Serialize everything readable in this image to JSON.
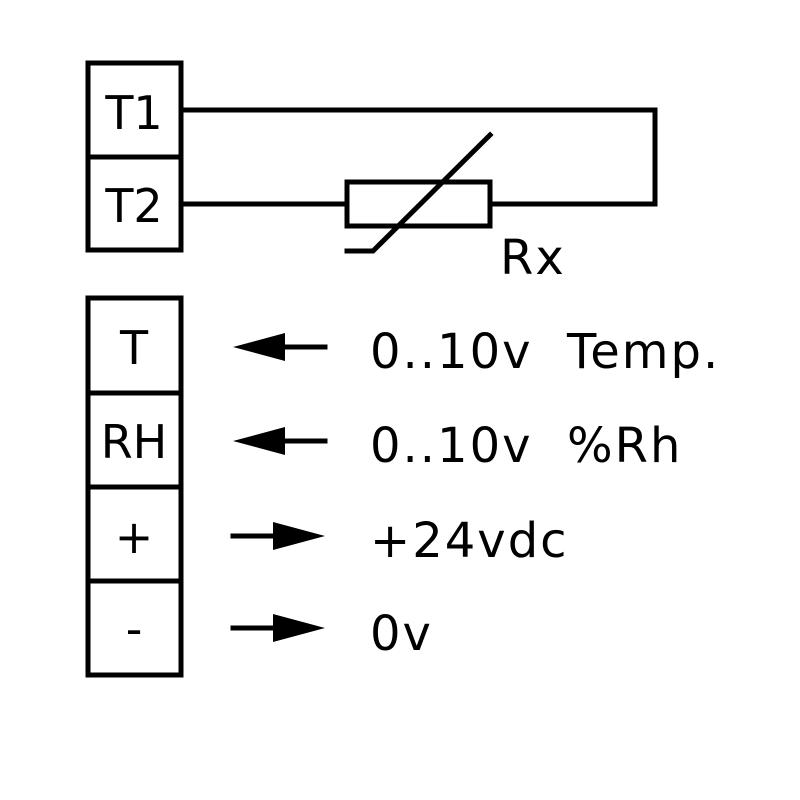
{
  "colors": {
    "line": "#000000",
    "background": "#ffffff"
  },
  "sensor_block": {
    "terminals": [
      {
        "label": "T1"
      },
      {
        "label": "T2"
      }
    ],
    "resistor": {
      "label": "Rx"
    }
  },
  "io_block": {
    "terminals": [
      {
        "label": "T",
        "direction": "in",
        "signal": "0..10v  Temp."
      },
      {
        "label": "RH",
        "direction": "in",
        "signal": "0..10v  %Rh"
      },
      {
        "label": "+",
        "direction": "out",
        "signal": "+24vdc"
      },
      {
        "label": "-",
        "direction": "out",
        "signal": "0v"
      }
    ]
  }
}
